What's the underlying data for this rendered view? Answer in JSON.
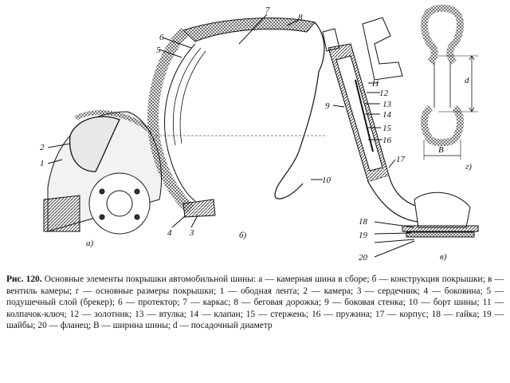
{
  "figure": {
    "subfigures": [
      "а)",
      "б)",
      "в)",
      "г)"
    ],
    "labels": [
      "1",
      "2",
      "3",
      "4",
      "5",
      "6",
      "7",
      "8",
      "9",
      "10",
      "11",
      "12",
      "13",
      "14",
      "15",
      "16",
      "17",
      "18",
      "19",
      "20"
    ],
    "dimension_labels": [
      "d",
      "B"
    ]
  },
  "caption": {
    "heading": "Рис. 120.",
    "text": "Основные элементы покрышки автомобильной шины: а — камерная шина в сборе; б — конструкция покрышки; в — вентиль камеры; г — основные размеры покрышки; 1 — ободная лента; 2 — камера; 3 — сердечник; 4 — боковина; 5 — подушечный слой (брекер); 6 — протектор; 7 — каркас; 8 — беговая дорожка; 9 — боковая стенка; 10 — борт шины; 11 — колпачок-ключ; 12 — золотник; 13 — втулка; 14 — клапан; 15 — стержень; 16 — пружина; 17 — корпус; 18 — гайка; 19 — шайбы; 20 — фланец; B — ширина шины; d — посадочный диаметр"
  }
}
